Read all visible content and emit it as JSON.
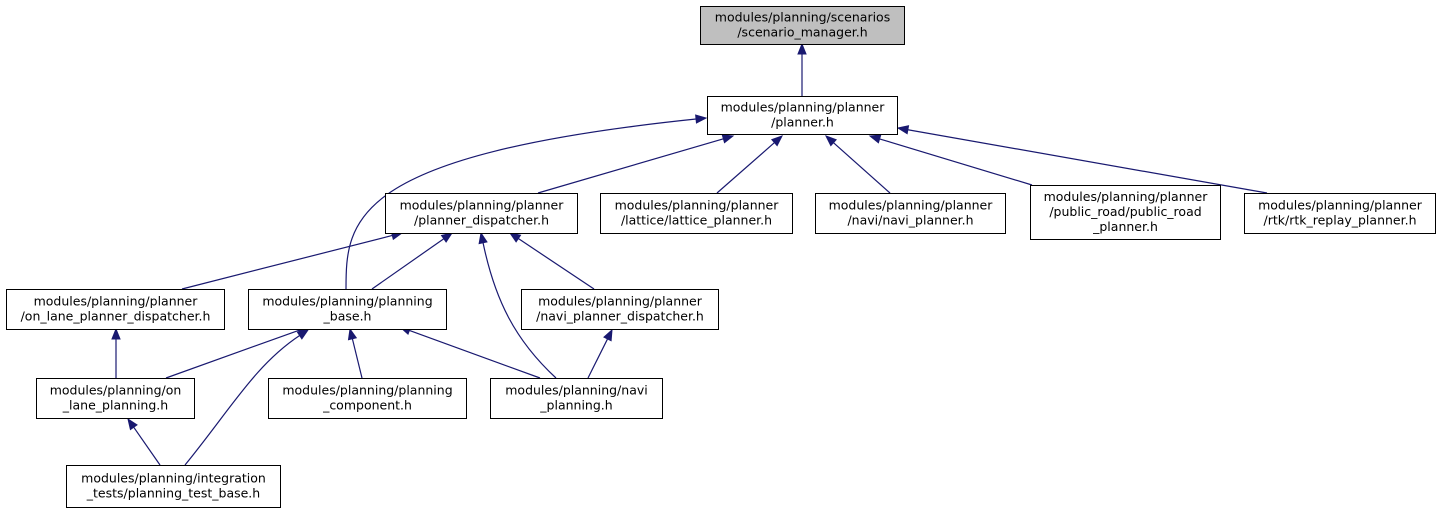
{
  "colors": {
    "root_fill": "#bfbfbf",
    "node_fill": "#ffffff",
    "node_stroke": "#000000",
    "edge": "#191970"
  },
  "nodes": [
    {
      "id": "scenario_manager",
      "lines": [
        "modules/planning/scenarios",
        "/scenario_manager.h"
      ],
      "highlighted": true
    },
    {
      "id": "planner",
      "lines": [
        "modules/planning/planner",
        "/planner.h"
      ]
    },
    {
      "id": "planner_dispatcher",
      "lines": [
        "modules/planning/planner",
        "/planner_dispatcher.h"
      ]
    },
    {
      "id": "lattice_planner",
      "lines": [
        "modules/planning/planner",
        "/lattice/lattice_planner.h"
      ]
    },
    {
      "id": "navi_planner",
      "lines": [
        "modules/planning/planner",
        "/navi/navi_planner.h"
      ]
    },
    {
      "id": "public_road_planner",
      "lines": [
        "modules/planning/planner",
        "/public_road/public_road",
        "_planner.h"
      ]
    },
    {
      "id": "rtk_replay_planner",
      "lines": [
        "modules/planning/planner",
        "/rtk/rtk_replay_planner.h"
      ]
    },
    {
      "id": "on_lane_planner_dispatcher",
      "lines": [
        "modules/planning/planner",
        "/on_lane_planner_dispatcher.h"
      ]
    },
    {
      "id": "planning_base",
      "lines": [
        "modules/planning/planning",
        "_base.h"
      ]
    },
    {
      "id": "navi_planner_dispatcher",
      "lines": [
        "modules/planning/planner",
        "/navi_planner_dispatcher.h"
      ]
    },
    {
      "id": "on_lane_planning",
      "lines": [
        "modules/planning/on",
        "_lane_planning.h"
      ]
    },
    {
      "id": "planning_component",
      "lines": [
        "modules/planning/planning",
        "_component.h"
      ]
    },
    {
      "id": "navi_planning",
      "lines": [
        "modules/planning/navi",
        "_planning.h"
      ]
    },
    {
      "id": "planning_test_base",
      "lines": [
        "modules/planning/integration",
        "_tests/planning_test_base.h"
      ]
    }
  ],
  "edges": [
    {
      "from": "planner",
      "to": "scenario_manager"
    },
    {
      "from": "planner_dispatcher",
      "to": "planner"
    },
    {
      "from": "lattice_planner",
      "to": "planner"
    },
    {
      "from": "navi_planner",
      "to": "planner"
    },
    {
      "from": "public_road_planner",
      "to": "planner"
    },
    {
      "from": "rtk_replay_planner",
      "to": "planner"
    },
    {
      "from": "planning_base",
      "to": "planner"
    },
    {
      "from": "on_lane_planner_dispatcher",
      "to": "planner_dispatcher"
    },
    {
      "from": "planning_base",
      "to": "planner_dispatcher"
    },
    {
      "from": "navi_planner_dispatcher",
      "to": "planner_dispatcher"
    },
    {
      "from": "navi_planning",
      "to": "planner_dispatcher"
    },
    {
      "from": "on_lane_planning",
      "to": "on_lane_planner_dispatcher"
    },
    {
      "from": "on_lane_planning",
      "to": "planning_base"
    },
    {
      "from": "planning_component",
      "to": "planning_base"
    },
    {
      "from": "navi_planning",
      "to": "planning_base"
    },
    {
      "from": "planning_test_base",
      "to": "planning_base"
    },
    {
      "from": "navi_planning",
      "to": "navi_planner_dispatcher"
    },
    {
      "from": "planning_test_base",
      "to": "on_lane_planning"
    }
  ]
}
